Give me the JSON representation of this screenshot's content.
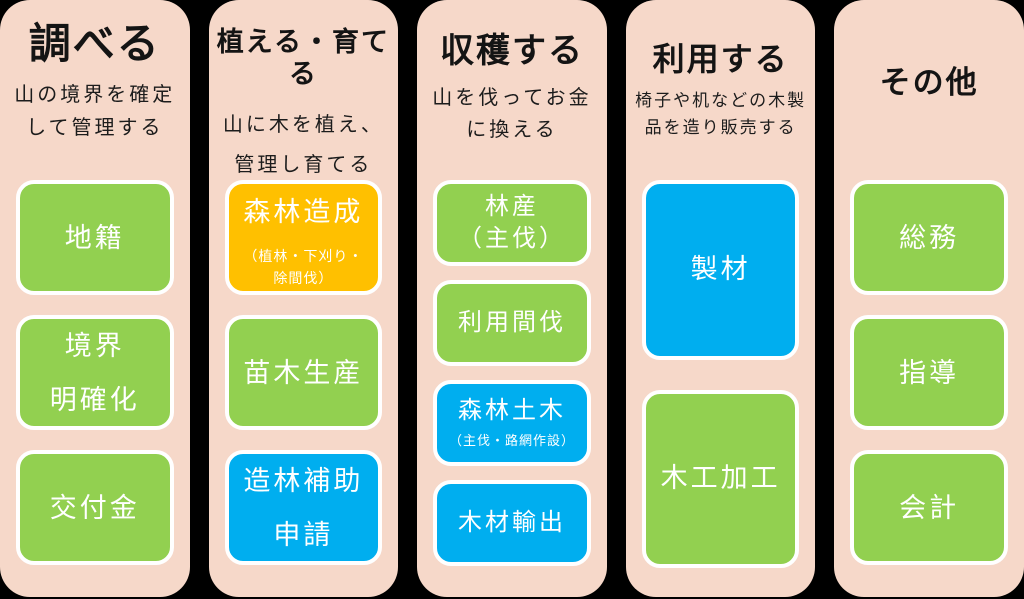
{
  "page": {
    "background": "#000000",
    "column_bg": "#F6D8C9"
  },
  "colors": {
    "green": "#92D050",
    "orange": "#FFC000",
    "blue": "#00AEEF",
    "box_border": "#FFFFFF",
    "box_text": "#FFFFFF",
    "header_text": "#141414"
  },
  "columns": [
    {
      "id": "research",
      "title": "調べる",
      "subtitle_lines": [
        "山の境界を確定",
        "して管理する"
      ],
      "boxes": [
        {
          "color": "green",
          "label_lines": [
            "地籍"
          ]
        },
        {
          "color": "green",
          "label_lines": [
            "境界",
            "明確化"
          ]
        },
        {
          "color": "green",
          "label_lines": [
            "交付金"
          ]
        }
      ]
    },
    {
      "id": "plant-grow",
      "title": "植える・育てる",
      "subtitle_lines": [
        "山に木を植え、",
        "管理し育てる"
      ],
      "boxes": [
        {
          "color": "orange",
          "label_lines": [
            "森林造成"
          ],
          "note_lines": [
            "（植林・下刈り・",
            "除間伐）"
          ]
        },
        {
          "color": "green",
          "label_lines": [
            "苗木生産"
          ]
        },
        {
          "color": "blue",
          "label_lines": [
            "造林補助",
            "申請"
          ]
        }
      ]
    },
    {
      "id": "harvest",
      "title": "収穫する",
      "subtitle_lines": [
        "山を伐ってお金",
        "に換える"
      ],
      "boxes": [
        {
          "color": "green",
          "label_lines": [
            "林産",
            "（主伐）"
          ]
        },
        {
          "color": "green",
          "label_lines": [
            "利用間伐"
          ]
        },
        {
          "color": "blue",
          "label_lines": [
            "森林土木"
          ],
          "note_lines": [
            "（主伐・路網作設）"
          ]
        },
        {
          "color": "blue",
          "label_lines": [
            "木材輸出"
          ]
        }
      ]
    },
    {
      "id": "utilize",
      "title": "利用する",
      "subtitle_lines": [
        "椅子や机などの木製",
        "品を造り販売する"
      ],
      "boxes": [
        {
          "color": "blue",
          "label_lines": [
            "製材"
          ]
        },
        {
          "color": "green",
          "label_lines": [
            "木工加工"
          ]
        }
      ]
    },
    {
      "id": "others",
      "title": "その他",
      "subtitle_lines": [],
      "boxes": [
        {
          "color": "green",
          "label_lines": [
            "総務"
          ]
        },
        {
          "color": "green",
          "label_lines": [
            "指導"
          ]
        },
        {
          "color": "green",
          "label_lines": [
            "会計"
          ]
        }
      ]
    }
  ]
}
